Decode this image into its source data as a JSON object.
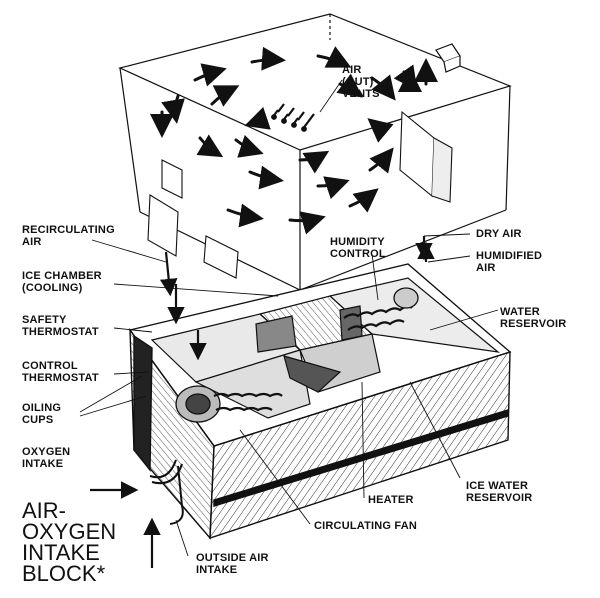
{
  "labels": {
    "air_out_vents": "AIR\n(OUT)\nVENTS",
    "recirculating_air": "RECIRCULATING\nAIR",
    "humidity_control": "HUMIDITY\nCONTROL",
    "dry_air": "DRY AIR",
    "humidified_air": "HUMIDIFIED\nAIR",
    "ice_chamber": "ICE CHAMBER\n(COOLING)",
    "water_reservoir": "WATER\nRESERVOIR",
    "safety_thermostat": "SAFETY\nTHERMOSTAT",
    "control_thermostat": "CONTROL\nTHERMOSTAT",
    "oiling_cups": "OILING\nCUPS",
    "oxygen_intake": "OXYGEN\nINTAKE",
    "heater": "HEATER",
    "ice_water_reservoir": "ICE WATER\nRESERVOIR",
    "circulating_fan": "CIRCULATING  FAN",
    "outside_air_intake": "OUTSIDE AIR\nINTAKE",
    "air_oxygen_intake_block": "AIR-\nOXYGEN\nINTAKE\nBLOCK*"
  },
  "colors": {
    "ink": "#111111",
    "paper": "#ffffff",
    "shade": "#7a7a7a"
  }
}
